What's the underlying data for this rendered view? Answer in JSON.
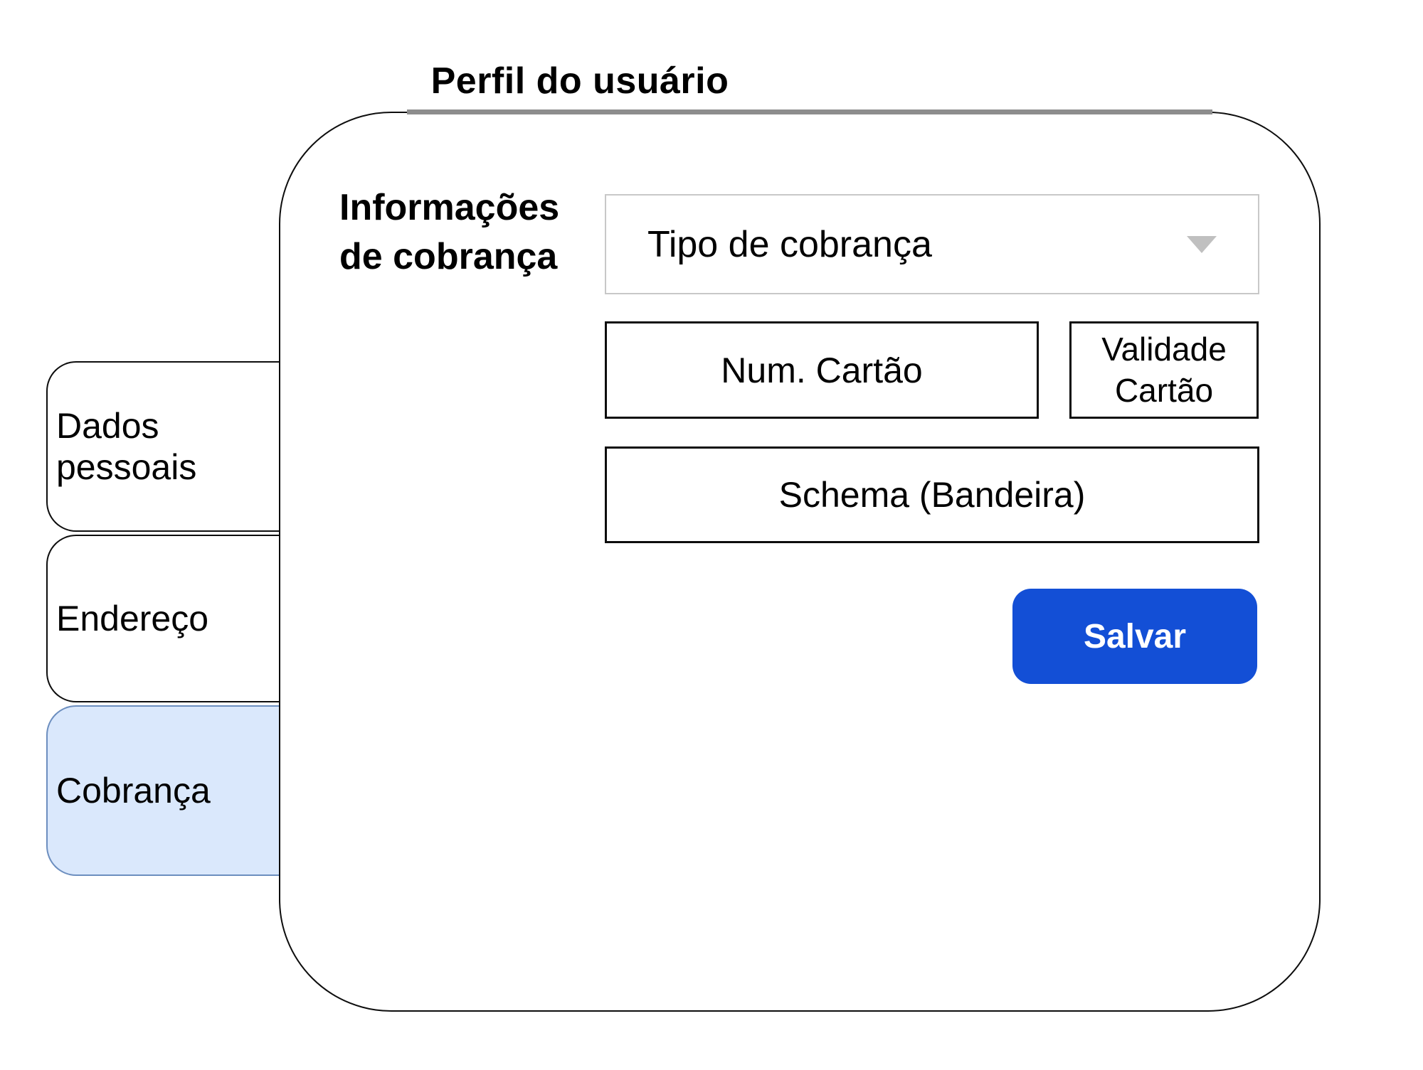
{
  "page": {
    "title": "Perfil do usuário"
  },
  "tabs": [
    {
      "id": "dados-pessoais",
      "label": "Dados pessoais",
      "active": false
    },
    {
      "id": "endereco",
      "label": "Endereço",
      "active": false
    },
    {
      "id": "cobranca",
      "label": "Cobrança",
      "active": true
    }
  ],
  "panel": {
    "section_label": "Informações de cobrança",
    "fields": {
      "tipo_cobranca": {
        "type": "dropdown",
        "placeholder": "Tipo de cobrança",
        "value": ""
      },
      "num_cartao": {
        "type": "text",
        "placeholder": "Num. Cartão",
        "value": ""
      },
      "validade_cartao": {
        "type": "text",
        "placeholder": "Validade Cartão",
        "value": ""
      },
      "schema_bandeira": {
        "type": "text",
        "placeholder": "Schema (Bandeira)",
        "value": ""
      }
    },
    "save_button": {
      "label": "Salvar"
    }
  },
  "colors": {
    "active_tab_fill": "#dae8fc",
    "active_tab_border": "#6c8ebf",
    "button_blue": "#134fd6",
    "dropdown_border": "#c8c8c8",
    "chevron_gray": "#c0c0c0",
    "top_divider_gray": "#8d8d8d"
  }
}
